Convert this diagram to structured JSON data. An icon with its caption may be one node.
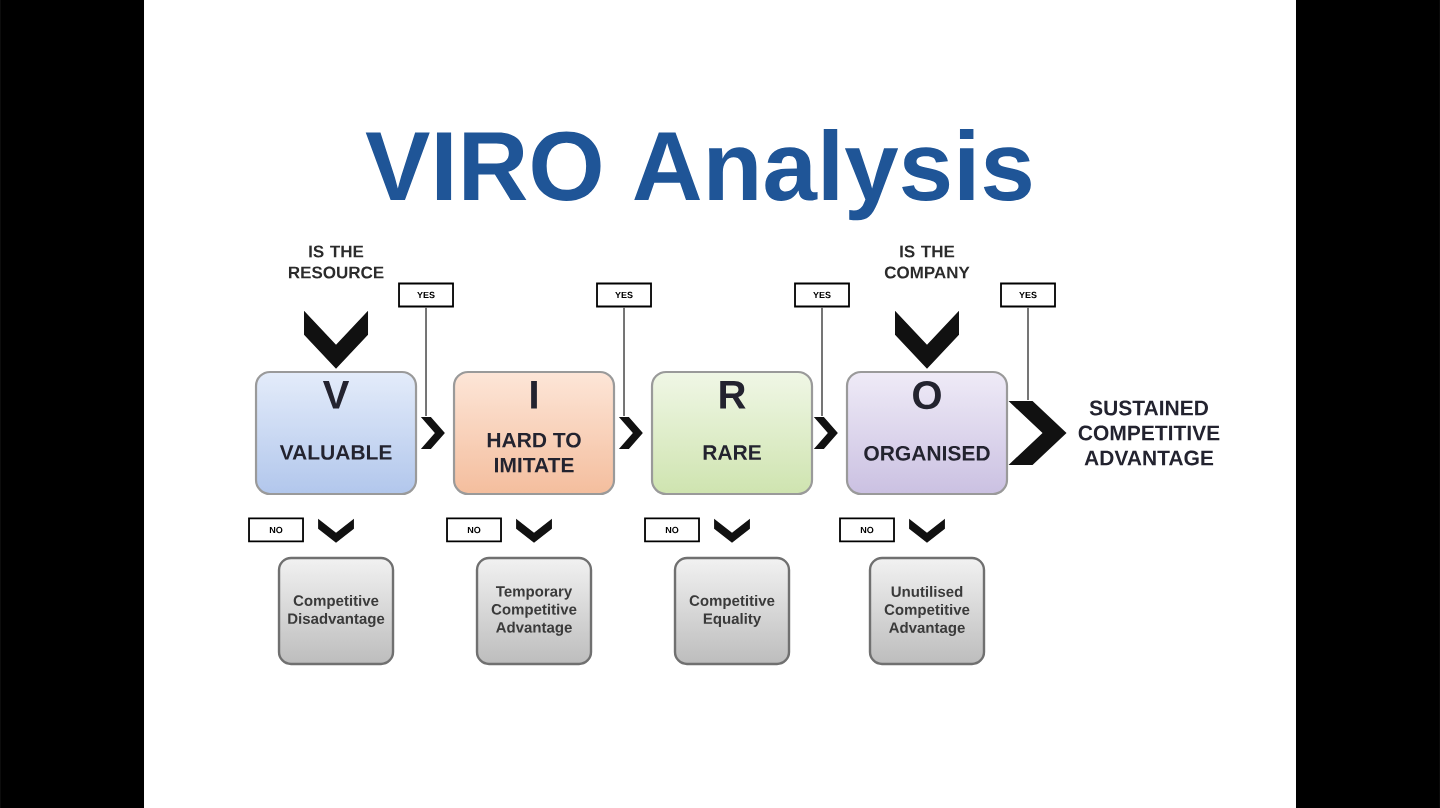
{
  "diagram": {
    "title": "VIRO Analysis",
    "nodes": [
      {
        "text": [
          "IS THE RESOURCE"
        ]
      },
      {
        "text": [
          "YES"
        ]
      },
      {
        "text": [
          "YES"
        ]
      },
      {
        "text": [
          "YES"
        ]
      },
      {
        "text": [
          "IS THE COMPANY"
        ]
      },
      {
        "text": [
          "YES"
        ]
      },
      {
        "text": [
          "V",
          "VALUABLE"
        ]
      },
      {
        "text": [
          "I",
          "HARD TO IMITATE"
        ]
      },
      {
        "text": [
          "R",
          "RARE"
        ]
      },
      {
        "text": [
          "O",
          "ORGANISED"
        ]
      },
      {
        "text": [
          "SUSTAINED COMPETITIVE ADVANTAGE"
        ]
      },
      {
        "text": [
          "NO"
        ]
      },
      {
        "text": [
          "NO"
        ]
      },
      {
        "text": [
          "NO"
        ]
      },
      {
        "text": [
          "NO"
        ]
      },
      {
        "text": [
          "Competitive Disadvantage"
        ]
      },
      {
        "text": [
          "Temporary Competitive Advantage"
        ]
      },
      {
        "text": [
          "Competitive Equality"
        ]
      },
      {
        "text": [
          "Unutilised Competitive Advantage"
        ]
      }
    ],
    "edges": [
      {
        "from": 0,
        "to": 6,
        "arrow": "to",
        "style": "thick"
      },
      {
        "from": 4,
        "to": 9,
        "arrow": "to",
        "style": "thick"
      },
      {
        "from": 6,
        "to": 7,
        "arrow": "to"
      },
      {
        "from": 7,
        "to": 8,
        "arrow": "to"
      },
      {
        "from": 8,
        "to": 9,
        "arrow": "to"
      },
      {
        "from": 9,
        "to": 10,
        "arrow": "to",
        "style": "thick"
      },
      {
        "from": 6,
        "to": 15,
        "arrow": "to"
      },
      {
        "from": 7,
        "to": 16,
        "arrow": "to"
      },
      {
        "from": 8,
        "to": 17,
        "arrow": "to"
      },
      {
        "from": 9,
        "to": 18,
        "arrow": "to"
      },
      {
        "from": 1,
        "to": 6,
        "arrow": "none",
        "color": "#666666"
      },
      {
        "from": 2,
        "to": 7,
        "arrow": "none",
        "color": "#666666"
      },
      {
        "from": 3,
        "to": 8,
        "arrow": "none",
        "color": "#666666"
      },
      {
        "from": 5,
        "to": 9,
        "arrow": "none",
        "color": "#666666"
      }
    ]
  }
}
